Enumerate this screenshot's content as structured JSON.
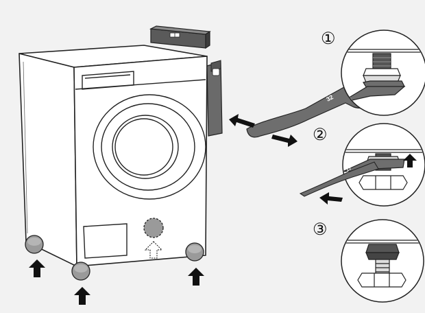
{
  "illustration": {
    "background": "#f2f2f2",
    "line_color": "#222222",
    "wrench_color": "#6e6e6e",
    "dark_color": "#555555",
    "light_fill": "#ffffff",
    "foot_fill": "#9a9a9a",
    "wrench_size_label": "32",
    "wrench_small_label": "17",
    "steps": [
      {
        "label": "①"
      },
      {
        "label": "②"
      },
      {
        "label": "③"
      }
    ]
  }
}
